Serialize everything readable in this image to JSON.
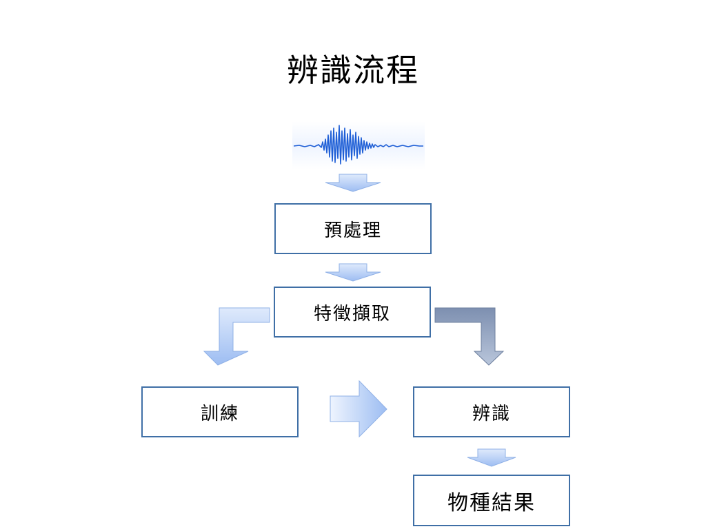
{
  "title": "辨識流程",
  "waveform": {
    "icon": "audio-waveform-icon",
    "color": "#1f5fd6"
  },
  "steps": {
    "preprocess": "預處理",
    "feature_extraction": "特徵擷取",
    "training": "訓練",
    "recognition": "辨識",
    "result": "物種結果"
  },
  "colors": {
    "box_border": "#3f6fa6",
    "arrow_light": "#a9c6f5",
    "arrow_dark": "#8c9db8"
  },
  "connections": [
    {
      "from": "waveform",
      "to": "preprocess"
    },
    {
      "from": "preprocess",
      "to": "feature_extraction"
    },
    {
      "from": "feature_extraction",
      "to": "training"
    },
    {
      "from": "feature_extraction",
      "to": "recognition"
    },
    {
      "from": "training",
      "to": "recognition"
    },
    {
      "from": "recognition",
      "to": "result"
    }
  ]
}
